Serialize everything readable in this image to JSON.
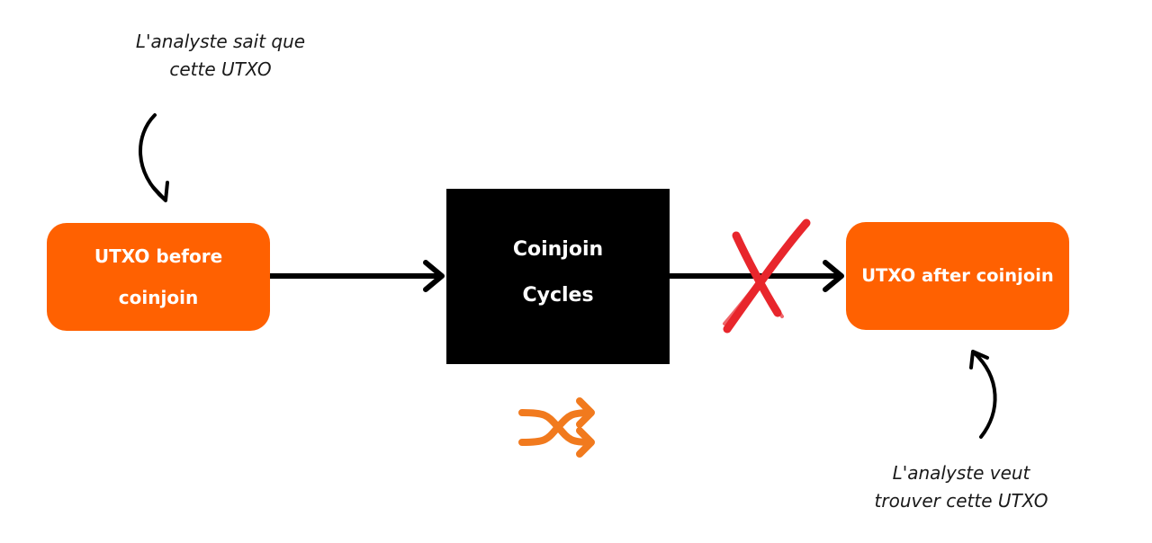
{
  "colors": {
    "accent": "#ff6101",
    "box_dark": "#000000",
    "cross": "#e8262c",
    "shuffle": "#f17a1e",
    "text_dark": "#1a1a1a"
  },
  "annotations": {
    "top": [
      "L'analyste sait que",
      "cette UTXO"
    ],
    "bottom": [
      "L'analyste veut",
      "trouver cette UTXO"
    ]
  },
  "nodes": {
    "utxo_before": [
      "UTXO before",
      "coinjoin"
    ],
    "coinjoin": [
      "Coinjoin",
      "Cycles"
    ],
    "utxo_after": [
      "UTXO after coinjoin"
    ]
  },
  "icons": {
    "shuffle": "shuffle-icon",
    "cross": "cross-mark-icon"
  }
}
